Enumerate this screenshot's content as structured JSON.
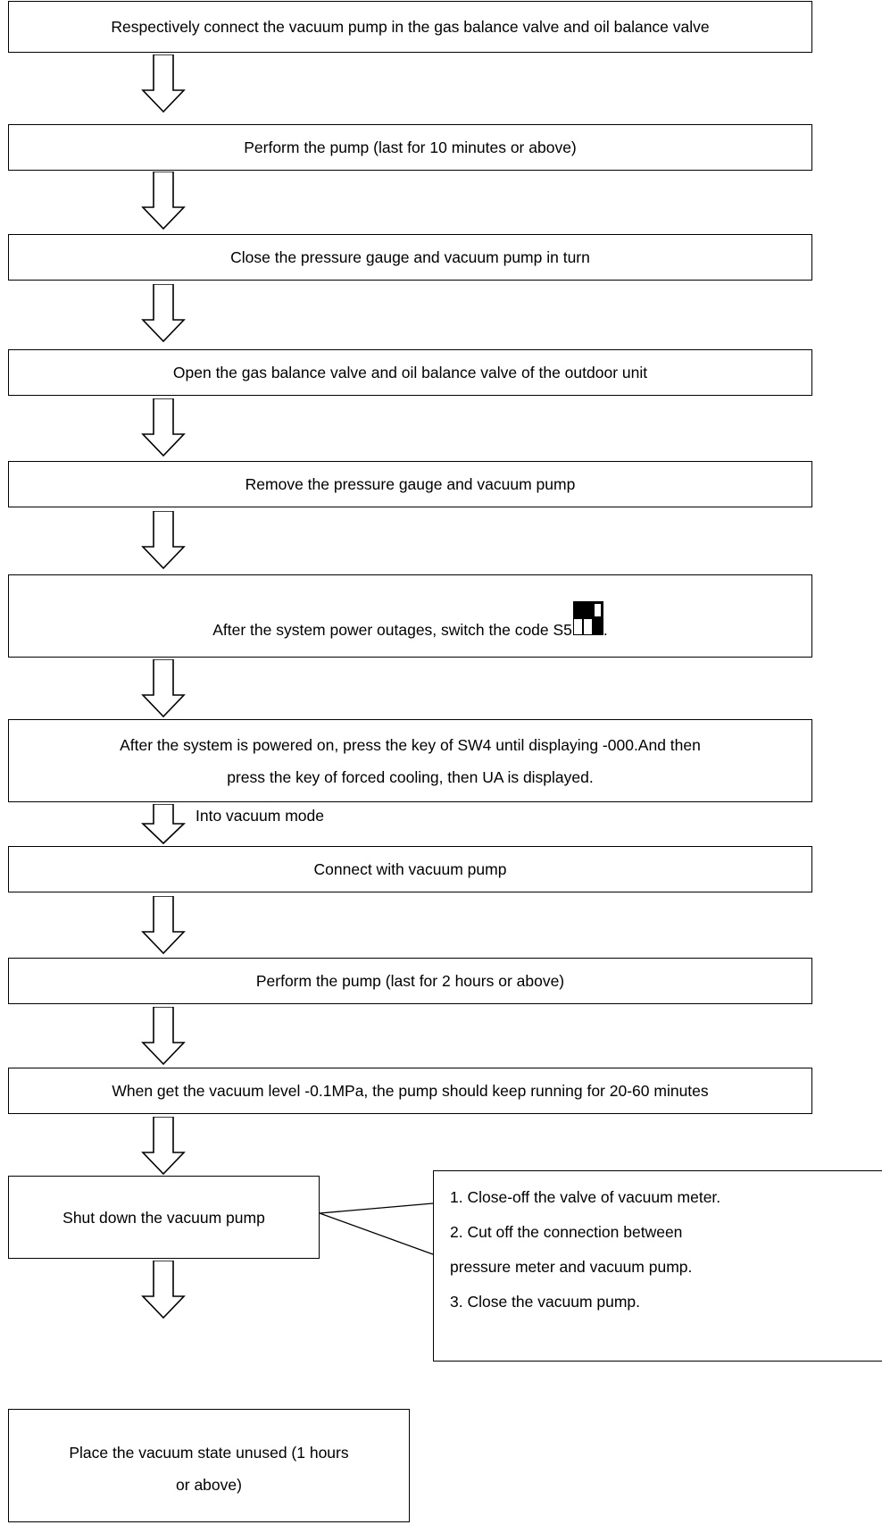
{
  "steps": [
    "Respectively connect the vacuum pump in the gas balance valve and oil balance valve",
    "Perform the pump (last for 10 minutes or above)",
    "Close the pressure gauge and vacuum pump in turn",
    "Open the gas balance valve and oil balance valve of the outdoor unit",
    "Remove the pressure gauge and vacuum pump",
    "After the system power outages, switch the code S5",
    "After the system is powered on, press the key of SW4 until displaying -000.And then",
    "press the key of forced cooling, then UA is displayed.",
    "Connect with vacuum pump",
    "Perform the pump (last for 2 hours or above)",
    "When get the vacuum level -0.1MPa, the pump should keep running for 20-60 minutes",
    "Shut down the vacuum pump",
    "Place the vacuum state unused (1 hours",
    "or above)"
  ],
  "step6_suffix": ".",
  "arrow_label": "Into vacuum mode",
  "note": [
    "1. Close-off the valve of vacuum meter.",
    "2. Cut off the connection between",
    "pressure meter and vacuum pump.",
    "3. Close the vacuum pump."
  ]
}
